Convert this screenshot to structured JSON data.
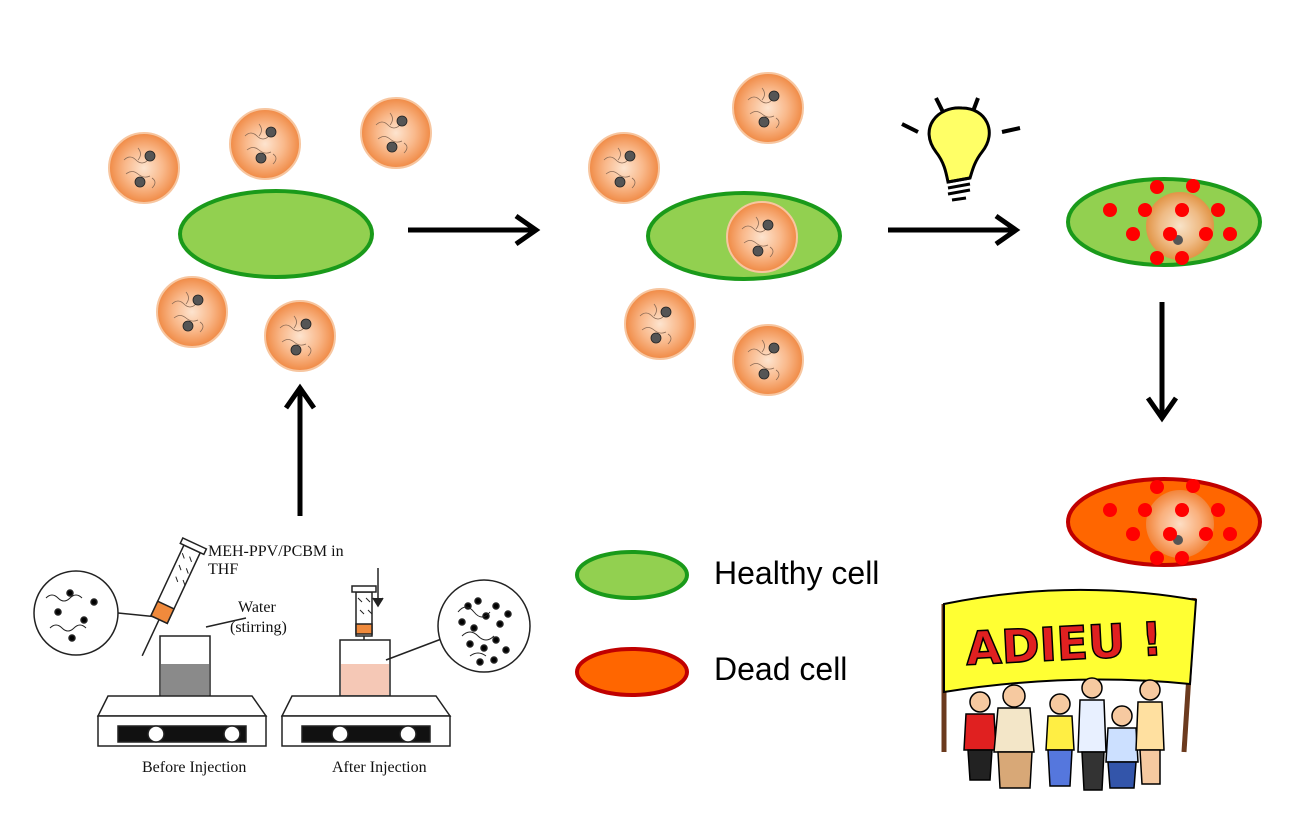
{
  "legend": {
    "healthy": "Healthy cell",
    "dead": "Dead cell"
  },
  "setup": {
    "solution_label_line1": "MEH-PPV/PCBM in",
    "solution_label_line2": "THF",
    "water_label_line1": "Water",
    "water_label_line2": "(stirring)",
    "before_label": "Before Injection",
    "after_label": "After Injection"
  },
  "banner": {
    "text": "ADIEU !"
  },
  "colors": {
    "healthy_fill": "#92d050",
    "healthy_stroke": "#1a9a1a",
    "dead_fill": "#ff6600",
    "dead_stroke": "#c00000",
    "nanoparticle": "#f4a46a",
    "photosensitizer_dot": "#ff0000",
    "bulb": "#ffff66",
    "banner_bg": "#ffff33",
    "banner_letters": "#e02020"
  },
  "icons": {
    "light": "lightbulb-icon",
    "arrows": "arrow-icon",
    "crowd": "people-crowd-icon"
  }
}
